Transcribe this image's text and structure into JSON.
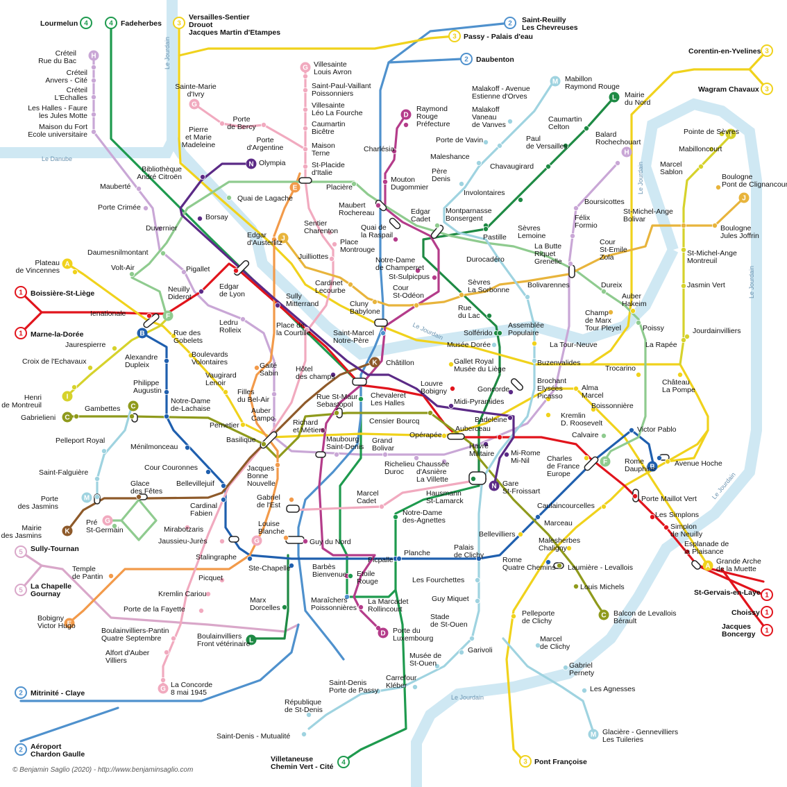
{
  "colors": {
    "line_1": "#e1141c",
    "line_2": "#4f91cd",
    "line_3": "#f0d21c",
    "line_4": "#1e9a4e",
    "line_5": "#d9a7c9",
    "line_A": "#f0d21c",
    "line_B": "#1f5fae",
    "line_C": "#8f9a1c",
    "line_D": "#b43c8a",
    "line_E": "#f29a4a",
    "line_F": "#8fcb8f",
    "line_G": "#f1aabf",
    "line_H": "#c9a7d6",
    "line_I": "#d6d22c",
    "line_J": "#e8b43c",
    "line_K": "#8e5a2a",
    "line_L": "#1e8a44",
    "line_M": "#9fd3e0",
    "line_N": "#5b2a86",
    "river": "#cfe8f3"
  },
  "rivers": {
    "danube": "Le Danube",
    "jourdain": "Le Jourdain"
  },
  "termini": [
    {
      "id": "t_lourmelun",
      "line": "4",
      "text": "Lourmelun"
    },
    {
      "id": "t_fadeherbes",
      "line": "4",
      "text": "Fadeherbes"
    },
    {
      "id": "t_versailles",
      "line": "3",
      "text": "Versailles-Sentier\nDrouot\nJacques Martin d'Etampes"
    },
    {
      "id": "t_reuilly",
      "line": "2",
      "text": "Saint-Reuilly\nLes Chevreuses"
    },
    {
      "id": "t_passy",
      "line": "3",
      "text": "Passy - Palais d'eau"
    },
    {
      "id": "t_daubenton",
      "line": "2",
      "text": "Daubenton"
    },
    {
      "id": "t_corentin",
      "line": "3",
      "text": "Corentin-en-Yvelines"
    },
    {
      "id": "t_wagram",
      "line": "3",
      "text": "Wagram Chavaux"
    },
    {
      "id": "t_boissiere",
      "line": "1",
      "text": "Boissière-St-Liège"
    },
    {
      "id": "t_marne",
      "line": "1",
      "text": "Marne-la-Dorée"
    },
    {
      "id": "t_sully",
      "line": "5",
      "text": "Sully-Tournan"
    },
    {
      "id": "t_chapelle",
      "line": "5",
      "text": "La Chapelle\nGournay"
    },
    {
      "id": "t_stgervais",
      "line": "1",
      "text": "St-Gervais-en-Laye"
    },
    {
      "id": "t_choissy",
      "line": "1",
      "text": "Choissy"
    },
    {
      "id": "t_boncergy",
      "line": "1",
      "text": "Jacques\nBoncergy"
    },
    {
      "id": "t_mitrinite",
      "line": "2",
      "text": "Mitrinité - Claye"
    },
    {
      "id": "t_aeroport",
      "line": "2",
      "text": "Aéroport\nChardon Gaulle"
    },
    {
      "id": "t_villetaneuse",
      "line": "4",
      "text": "Villetaneuse\nChemin Vert - Cité"
    },
    {
      "id": "t_pontfrancoise",
      "line": "3",
      "text": "Pont Françoise"
    }
  ],
  "stations": [
    {
      "id": "s1",
      "text": "Créteil\nRue du Bac"
    },
    {
      "id": "s2",
      "text": "Créteil\nAnvers - Cité"
    },
    {
      "id": "s3",
      "text": "Créteil\nL'Echalles"
    },
    {
      "id": "s4",
      "text": "Les Halles - Faure\nles Jules Motte"
    },
    {
      "id": "s5",
      "text": "Maison du Fort\nEcole universitaire"
    },
    {
      "id": "s6",
      "text": "Sainte-Marie\nd'Ivry"
    },
    {
      "id": "s7",
      "text": "Pierre\net Marie\nMadeleine"
    },
    {
      "id": "s8",
      "text": "Porte\nde Bercy"
    },
    {
      "id": "s9",
      "text": "Porte\nd'Argentine"
    },
    {
      "id": "s10",
      "text": "Villesainte\nLouis Avron"
    },
    {
      "id": "s11",
      "text": "Saint-Paul-Vaillant\nPoissonniers"
    },
    {
      "id": "s12",
      "text": "Villesainte\nLéo La Fourche"
    },
    {
      "id": "s13",
      "text": "Caumartin\nBicêtre"
    },
    {
      "id": "s14",
      "text": "Maison\nTerne"
    },
    {
      "id": "s15",
      "text": "St-Placide\nd'Italie"
    },
    {
      "id": "s16",
      "text": "Raymond\nRouge\nPréfecture"
    },
    {
      "id": "s17",
      "text": "Charlésia"
    },
    {
      "id": "s18",
      "text": "Mouton\nDugommier"
    },
    {
      "id": "s19",
      "text": "Malakoff - Avenue\nEstienne d'Orves"
    },
    {
      "id": "s20",
      "text": "Malakoff\nVaneau\nde Vanves"
    },
    {
      "id": "s21",
      "text": "Porte de Vavin"
    },
    {
      "id": "s22",
      "text": "Maleshance"
    },
    {
      "id": "s23",
      "text": "Père\nDenis"
    },
    {
      "id": "s24",
      "text": "Mabillon\nRaymond Rouge"
    },
    {
      "id": "s25",
      "text": "Caumartin\nCelton"
    },
    {
      "id": "s26",
      "text": "Paul\nde Versailles"
    },
    {
      "id": "s27",
      "text": "Chavaugirard"
    },
    {
      "id": "s28",
      "text": "Involontaires"
    },
    {
      "id": "s29",
      "text": "Mairie\ndu Nord"
    },
    {
      "id": "s30",
      "text": "Balard\nRochechouart"
    },
    {
      "id": "s31",
      "text": "Pointe de Sèvres"
    },
    {
      "id": "s32",
      "text": "Mabilloncourt"
    },
    {
      "id": "s33",
      "text": "Marcel\nSablon"
    },
    {
      "id": "s34",
      "text": "Boulogne\nPont de Clignancourt"
    },
    {
      "id": "s35",
      "text": "Bibliothèque\nAndré Citroën"
    },
    {
      "id": "s36",
      "text": "Olympia"
    },
    {
      "id": "s37",
      "text": "Mauberté"
    },
    {
      "id": "s38",
      "text": "Porte Crimée"
    },
    {
      "id": "s39",
      "text": "Quai de Lagache"
    },
    {
      "id": "s40",
      "text": "Placière"
    },
    {
      "id": "s41",
      "text": "Maubert\nRochereau"
    },
    {
      "id": "s42",
      "text": "Edgar\nCadet"
    },
    {
      "id": "s43",
      "text": "Montparnasse\nBonsergent"
    },
    {
      "id": "s44",
      "text": "Boursicottes"
    },
    {
      "id": "s45",
      "text": "St-Michel-Ange\nBolivar"
    },
    {
      "id": "s46",
      "text": "Boulogne\nJules Joffrin"
    },
    {
      "id": "s47",
      "text": "Duvernier"
    },
    {
      "id": "s48",
      "text": "Borsay"
    },
    {
      "id": "s49",
      "text": "Sentier\nCharenton"
    },
    {
      "id": "s50",
      "text": "Quai de\nla Raspail"
    },
    {
      "id": "s51",
      "text": "Pastille"
    },
    {
      "id": "s52",
      "text": "Sèvres\nLemoine"
    },
    {
      "id": "s53",
      "text": "Félix\nFormio"
    },
    {
      "id": "s54",
      "text": "Daumesnilmontant"
    },
    {
      "id": "s55",
      "text": "Edgar\nd'Austerlitz"
    },
    {
      "id": "s56",
      "text": "Place\nMontrouge"
    },
    {
      "id": "s57",
      "text": "Notre-Dame\nde Champerret"
    },
    {
      "id": "s58",
      "text": "Durocadéro"
    },
    {
      "id": "s59",
      "text": "La Butte\nRiquet\nGrenelle"
    },
    {
      "id": "s60",
      "text": "Cour\nSt-Emile\nZola"
    },
    {
      "id": "s61",
      "text": "St-Michel-Ange\nMontreuil"
    },
    {
      "id": "s62",
      "text": "Plateau\nde Vincennes"
    },
    {
      "id": "s63",
      "text": "Volt-Air"
    },
    {
      "id": "s64",
      "text": "Pigallet"
    },
    {
      "id": "s65",
      "text": "Juilliottes"
    },
    {
      "id": "s66",
      "text": "St-Sulpicpus"
    },
    {
      "id": "s67",
      "text": "Cardinet\nLecourbe"
    },
    {
      "id": "s68",
      "text": "Cour\nSt-Odéon"
    },
    {
      "id": "s69",
      "text": "Sèvres\nLa Sorbonne"
    },
    {
      "id": "s70",
      "text": "Bolivarennes"
    },
    {
      "id": "s71",
      "text": "Dureix"
    },
    {
      "id": "s72",
      "text": "Jasmin Vert"
    },
    {
      "id": "s73",
      "text": "Neuilly\nDiderot"
    },
    {
      "id": "s74",
      "text": "Edgar\nde Lyon"
    },
    {
      "id": "s75",
      "text": "Sully\nMitterrand"
    },
    {
      "id": "s76",
      "text": "Cluny\nBabylone"
    },
    {
      "id": "s77",
      "text": "Rue\ndu Lac"
    },
    {
      "id": "s78",
      "text": "Champ\nde Marx\nTour Pleyel"
    },
    {
      "id": "s79",
      "text": "Auber\nHakeim"
    },
    {
      "id": "s80",
      "text": "Ienationale"
    },
    {
      "id": "s81",
      "text": "Rue des\nGobelets"
    },
    {
      "id": "s82",
      "text": "Ledru\nRolleix"
    },
    {
      "id": "s83",
      "text": "Place de\nla Courtille"
    },
    {
      "id": "s84",
      "text": "Saint-Marcel\nNotre-Père"
    },
    {
      "id": "s85",
      "text": "Solférido"
    },
    {
      "id": "s86",
      "text": "Assemblée\nPopulaire"
    },
    {
      "id": "s87",
      "text": "Poissy"
    },
    {
      "id": "s88",
      "text": "La Rapée"
    },
    {
      "id": "s89",
      "text": "Jourdainvilliers"
    },
    {
      "id": "s90",
      "text": "Jaurespierre"
    },
    {
      "id": "s91",
      "text": "Croix de l'Echavaux"
    },
    {
      "id": "s92",
      "text": "Alexandre\nDupleix"
    },
    {
      "id": "s93",
      "text": "Boulevards\nVolontaires"
    },
    {
      "id": "s94",
      "text": "Musée Dorée"
    },
    {
      "id": "s95",
      "text": "La Tour-Neuve"
    },
    {
      "id": "s96",
      "text": "Châtillon"
    },
    {
      "id": "s97",
      "text": "Gallet Royal\nMusée du Liège"
    },
    {
      "id": "s98",
      "text": "Buzenvalides"
    },
    {
      "id": "s99",
      "text": "Trocarino"
    },
    {
      "id": "s100",
      "text": "Henri\nde Montreuil"
    },
    {
      "id": "s101",
      "text": "Philippe\nAugustin"
    },
    {
      "id": "s102",
      "text": "Vaugirard\nLenoir"
    },
    {
      "id": "s103",
      "text": "Gaité\nSabin"
    },
    {
      "id": "s104",
      "text": "Hôtel\ndes champs"
    },
    {
      "id": "s105",
      "text": "Louvre\nBobigny"
    },
    {
      "id": "s106",
      "text": "Goncorde"
    },
    {
      "id": "s107",
      "text": "Brochant\nElysées\nPicasso"
    },
    {
      "id": "s108",
      "text": "Alma\nMarcel"
    },
    {
      "id": "s109",
      "text": "Château\nLa Pompe"
    },
    {
      "id": "s110",
      "text": "Gambettes"
    },
    {
      "id": "s111",
      "text": "Notre-Dame\nde-Lachaise"
    },
    {
      "id": "s112",
      "text": "Filles\ndu Bel-Air"
    },
    {
      "id": "s113",
      "text": "Rue St-Maur\nSebastopol"
    },
    {
      "id": "s114",
      "text": "Chevaleret\nLes Halles"
    },
    {
      "id": "s115",
      "text": "Midi-Pyramides"
    },
    {
      "id": "s116",
      "text": "Boissonnière"
    },
    {
      "id": "s117",
      "text": "Gabrielieni"
    },
    {
      "id": "s118",
      "text": "Auber\nCampo"
    },
    {
      "id": "s119",
      "text": "Censier Bourcq"
    },
    {
      "id": "s120",
      "text": "Badeleine"
    },
    {
      "id": "s121",
      "text": "Kremlin\nD. Roosevelt"
    },
    {
      "id": "s122",
      "text": "Pelleport Royal"
    },
    {
      "id": "s123",
      "text": "Pernetier"
    },
    {
      "id": "s124",
      "text": "Richard\net Métiers"
    },
    {
      "id": "s125",
      "text": "Auberceau"
    },
    {
      "id": "s126",
      "text": "Calvaire"
    },
    {
      "id": "s127",
      "text": "Victor Pablo"
    },
    {
      "id": "s128",
      "text": "Ménilmonceau"
    },
    {
      "id": "s129",
      "text": "Basilique"
    },
    {
      "id": "s130",
      "text": "Maubourg\nSaint-Denis"
    },
    {
      "id": "s131",
      "text": "Grand\nBolivar"
    },
    {
      "id": "s132",
      "text": "Opérapée"
    },
    {
      "id": "s133",
      "text": "Havre\nMilitaire"
    },
    {
      "id": "s134",
      "text": "Mi-Rome\nMi-Nil"
    },
    {
      "id": "s135",
      "text": "Charles\nde France\nEurope"
    },
    {
      "id": "s136",
      "text": "Rome\nDauphine"
    },
    {
      "id": "s137",
      "text": "Avenue Hoche"
    },
    {
      "id": "s138",
      "text": "Cour Couronnes"
    },
    {
      "id": "s139",
      "text": "Jacques\nBonne\nNouvelle"
    },
    {
      "id": "s140",
      "text": "Richelieu\nDuroc"
    },
    {
      "id": "s141",
      "text": "Chaussée\nd'Asnière\nLa Villette"
    },
    {
      "id": "s142",
      "text": "Saint-Falguière"
    },
    {
      "id": "s143",
      "text": "Glace\ndes Fêtes"
    },
    {
      "id": "s144",
      "text": "Bellevillejuif"
    },
    {
      "id": "s145",
      "text": "Gare\nSt-Froissart"
    },
    {
      "id": "s146",
      "text": "Porte Maillot Vert"
    },
    {
      "id": "s147",
      "text": "Porte\ndes Jasmins"
    },
    {
      "id": "s148",
      "text": "Cardinal\nFabien"
    },
    {
      "id": "s149",
      "text": "Gabriel\nde l'Est"
    },
    {
      "id": "s150",
      "text": "Marcel\nCadet"
    },
    {
      "id": "s151",
      "text": "Hausmann\nSt-Lamarck"
    },
    {
      "id": "s152",
      "text": "Caulaincourcelles"
    },
    {
      "id": "s153",
      "text": "Les Simplons"
    },
    {
      "id": "s154",
      "text": "Pré\nSt-Germain"
    },
    {
      "id": "s155",
      "text": "Mirabotzaris"
    },
    {
      "id": "s156",
      "text": "Louise\nBlanche"
    },
    {
      "id": "s157",
      "text": "Notre-Dame\ndes-Agnettes"
    },
    {
      "id": "s158",
      "text": "Marceau"
    },
    {
      "id": "s159",
      "text": "Simplon\nde Neuilly"
    },
    {
      "id": "s160",
      "text": "Mairie\ndes Jasmins"
    },
    {
      "id": "s161",
      "text": "Jaussieu-Jurès"
    },
    {
      "id": "s162",
      "text": "Guy du Nord"
    },
    {
      "id": "s163",
      "text": "Bellevilliers"
    },
    {
      "id": "s164",
      "text": "Esplanade de\nla Plaisance"
    },
    {
      "id": "s165",
      "text": "Temple\nde Pantin"
    },
    {
      "id": "s166",
      "text": "Stalingraphe"
    },
    {
      "id": "s167",
      "text": "Ste-Chapelle"
    },
    {
      "id": "s168",
      "text": "Picpalle"
    },
    {
      "id": "s169",
      "text": "Planche"
    },
    {
      "id": "s170",
      "text": "Palais\nde Clichy"
    },
    {
      "id": "s171",
      "text": "Malesherbes\nChaligny"
    },
    {
      "id": "s172",
      "text": "Grande Arche\nde la Muette"
    },
    {
      "id": "s173",
      "text": "Picquet"
    },
    {
      "id": "s174",
      "text": "Barbès\nBienvenue"
    },
    {
      "id": "s175",
      "text": "Etoile\nRouge"
    },
    {
      "id": "s176",
      "text": "Rome\nQuatre Chemins"
    },
    {
      "id": "s177",
      "text": "Laumière - Levallois"
    },
    {
      "id": "s178",
      "text": "Kremlin Cariou"
    },
    {
      "id": "s179",
      "text": "Les Fourchettes"
    },
    {
      "id": "s180",
      "text": "Louis Michels"
    },
    {
      "id": "s181",
      "text": "Marx\nDorcelles"
    },
    {
      "id": "s182",
      "text": "Porte de la Fayette"
    },
    {
      "id": "s183",
      "text": "Maraîchers\nPoissonnières"
    },
    {
      "id": "s184",
      "text": "La Marcadet\nRollincourt"
    },
    {
      "id": "s185",
      "text": "Guy Miquet"
    },
    {
      "id": "s186",
      "text": "Balcon de Levallois\nBérault"
    },
    {
      "id": "s187",
      "text": "Bobigny\nVictor Hugo"
    },
    {
      "id": "s188",
      "text": "Boulainvilliers-Pantin\nQuatre Septembre"
    },
    {
      "id": "s189",
      "text": "Porte du\nLuxembourg"
    },
    {
      "id": "s190",
      "text": "Stade\nde St-Ouen"
    },
    {
      "id": "s191",
      "text": "Pelleporte\nde Clichy"
    },
    {
      "id": "s192",
      "text": "Boulainvilliers\nFront vétérinaire"
    },
    {
      "id": "s193",
      "text": "Alfort d'Auber\nVilliers"
    },
    {
      "id": "s194",
      "text": "Marcel\nde Clichy"
    },
    {
      "id": "s195",
      "text": "Garivoli"
    },
    {
      "id": "s196",
      "text": "Musée de\nSt-Ouen"
    },
    {
      "id": "s197",
      "text": "Gabriel\nPernety"
    },
    {
      "id": "s198",
      "text": "La Concorde\n8 mai 1945"
    },
    {
      "id": "s199",
      "text": "Carrefour\nKléber"
    },
    {
      "id": "s200",
      "text": "Saint-Denis\nPorte de Passy"
    },
    {
      "id": "s201",
      "text": "Les Agnesses"
    },
    {
      "id": "s202",
      "text": "République\nde St-Denis"
    },
    {
      "id": "s203",
      "text": "Saint-Denis - Mutualité"
    },
    {
      "id": "s204",
      "text": "Glacière - Gennevilliers\nLes Tuileries"
    }
  ],
  "credit": "© Benjamin Saglio (2020) - http://www.benjaminsaglio.com"
}
